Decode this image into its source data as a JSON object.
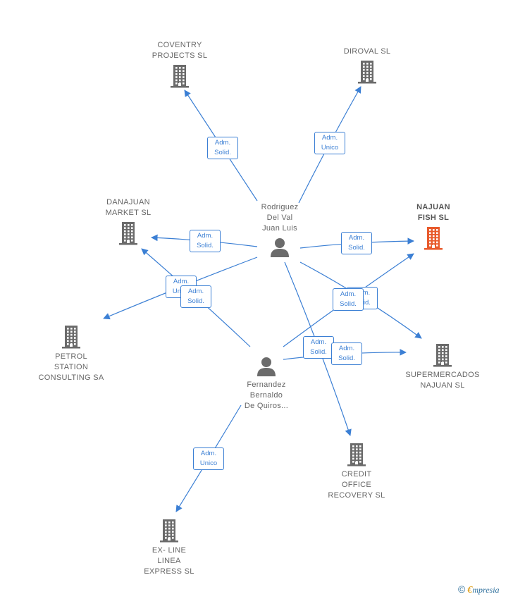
{
  "colors": {
    "edge": "#3b7fd4",
    "building": "#6b6b6b",
    "building_highlight": "#e85a2c",
    "person": "#6b6b6b"
  },
  "companies": [
    {
      "id": "coventry",
      "label": "COVENTRY\nPROJECTS SL",
      "icon": "building-icon"
    },
    {
      "id": "diroval",
      "label": "DIROVAL SL",
      "icon": "building-icon"
    },
    {
      "id": "danajuan",
      "label": "DANAJUAN\nMARKET  SL",
      "icon": "building-icon"
    },
    {
      "id": "najuan_fish",
      "label": "NAJUAN\nFISH  SL",
      "icon": "building-icon",
      "highlight": true
    },
    {
      "id": "petrol",
      "label": "PETROL\nSTATION\nCONSULTING SA",
      "icon": "building-icon"
    },
    {
      "id": "supermercados",
      "label": "SUPERMERCADOS\nNAJUAN  SL",
      "icon": "building-icon"
    },
    {
      "id": "credit",
      "label": "CREDIT\nOFFICE\nRECOVERY  SL",
      "icon": "building-icon"
    },
    {
      "id": "exline",
      "label": "EX- LINE\nLINEA\nEXPRESS SL",
      "icon": "building-icon"
    }
  ],
  "persons": [
    {
      "id": "rodriguez",
      "label": "Rodriguez\nDel Val\nJuan Luis",
      "icon": "person-icon"
    },
    {
      "id": "fernandez",
      "label": "Fernandez\nBernaldo\nDe Quiros...",
      "icon": "person-icon"
    }
  ],
  "relations": [
    {
      "from": "rodriguez",
      "to": "coventry",
      "role": "Adm.\nSolid."
    },
    {
      "from": "rodriguez",
      "to": "diroval",
      "role": "Adm.\nUnico"
    },
    {
      "from": "rodriguez",
      "to": "danajuan",
      "role": "Adm.\nSolid."
    },
    {
      "from": "rodriguez",
      "to": "najuan_fish",
      "role": "Adm.\nSolid."
    },
    {
      "from": "rodriguez",
      "to": "petrol",
      "role": "Adm.\nUnico"
    },
    {
      "from": "rodriguez",
      "to": "supermercados",
      "role": "Adm.\nSolid."
    },
    {
      "from": "rodriguez",
      "to": "credit",
      "role": "Adm.\nSolid."
    },
    {
      "from": "fernandez",
      "to": "danajuan",
      "role": "Adm.\nSolid."
    },
    {
      "from": "fernandez",
      "to": "najuan_fish",
      "role": "Adm.\nSolid."
    },
    {
      "from": "fernandez",
      "to": "supermercados",
      "role": "Adm.\nSolid."
    },
    {
      "from": "fernandez",
      "to": "exline",
      "role": "Adm.\nUnico"
    }
  ],
  "brand": {
    "copyright": "©",
    "initial": "€",
    "name": "mpresia"
  }
}
